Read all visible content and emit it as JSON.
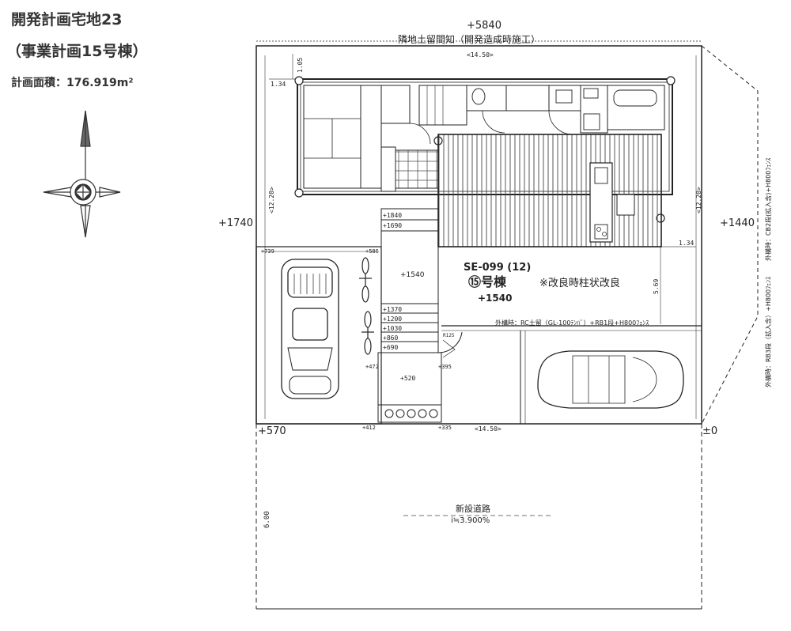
{
  "header": {
    "title": "開発計画宅地23",
    "subtitle": "（事業計画15号棟）",
    "area_label": "計画面積：176.919m²"
  },
  "labels": {
    "top_elev": "+5840",
    "top_retaining": "隣地土留間知（開発造成時施工）",
    "top_width": "<14.50>",
    "bottom_width": "<14.50>",
    "left_depth": "<12.20>",
    "right_depth": "<12.20>",
    "left_elev": "+1740",
    "right_elev": "+1440",
    "bottom_left_elev": "+570",
    "bottom_right_elev": "±0",
    "offset_top": "1.05",
    "offset_left": "1.34",
    "offset_right": "1.34",
    "offset_vertical": "5.69",
    "house_code": "SE-099 (12)",
    "house_number": "⑮号棟",
    "house_elev": "+1540",
    "porch_elev": "+1540",
    "pillar_note": "※改良時柱状改良",
    "fence_note": "外構時：RC土留（GL-100ﾃﾝﾊﾞ）+RB1段+H800ﾌｪﾝｽ",
    "right_fence_1": "外構時：CB2段(拡入含)+H800ﾌｪﾝｽ",
    "right_fence_2": "外構時：RB3段（拡入含）+H800ﾌｪﾝｽ",
    "road_name": "新設道路",
    "road_slope": "i≒3.900%",
    "road_width": "6.00",
    "parking_elev_1": "+739",
    "parking_elev_2": "+586",
    "parking_elev_3": "+472",
    "parking_elev_4": "+412",
    "walk_elev_1": "+520",
    "walk_elev_2": "+335",
    "walk_elev_3": "+395",
    "stair_1840": "+1840",
    "stair_1690": "+1690",
    "steps_1370": "+1370",
    "steps_1200": "+1200",
    "steps_1030": "+1030",
    "steps_860": "+860",
    "steps_690": "+690",
    "r_label": "R125"
  },
  "icons": {
    "compass": "north-arrow-icon",
    "car": "car-icon",
    "bicycle": "bicycle-icon"
  }
}
